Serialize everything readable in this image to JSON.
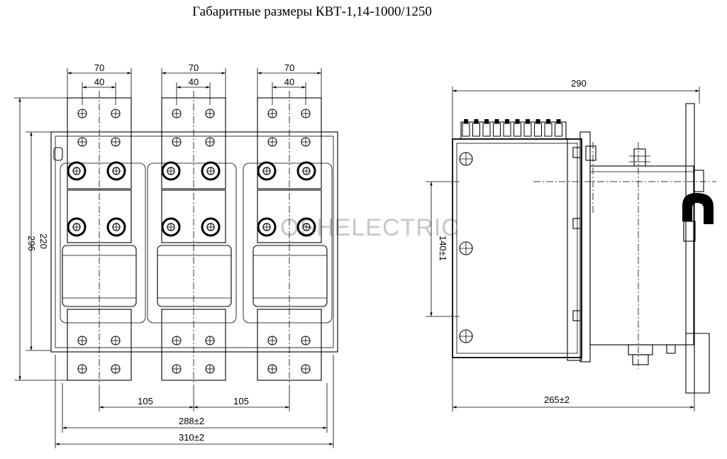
{
  "title": "Габаритные размеры КВТ-1,14-1000/1250",
  "watermark": "OSHELECTRIC",
  "front_view": {
    "pole_width": "70",
    "pole_hole_spacing": "40",
    "height_total": "296",
    "height_inner": "220",
    "pole_pitch_1": "105",
    "pole_pitch_2": "105",
    "terminal_span": "288±2",
    "overall_width": "310±2"
  },
  "side_view": {
    "overall_depth": "290",
    "mount_depth": "265±2",
    "mount_hole_spacing": "140±1"
  }
}
